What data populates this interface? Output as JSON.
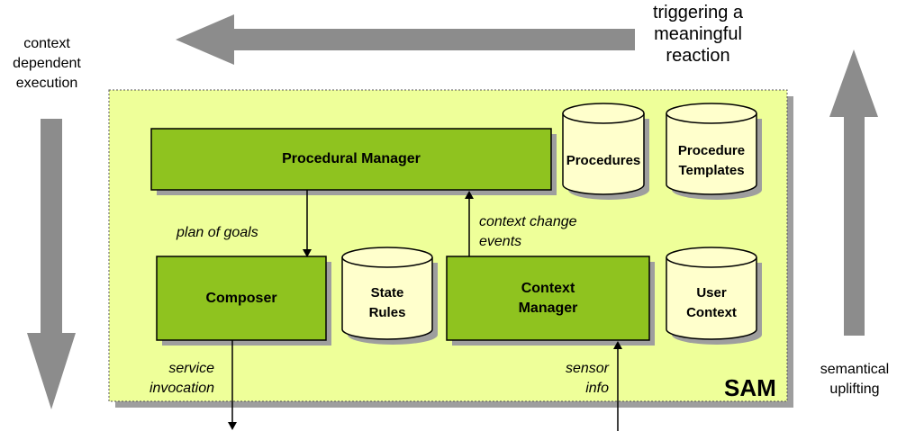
{
  "left_arrow_caption": [
    "context",
    "dependent",
    "execution"
  ],
  "top_arrow_caption": [
    "triggering a",
    "meaningful",
    "reaction"
  ],
  "right_arrow_caption": [
    "semantical",
    "uplifting"
  ],
  "container": {
    "label": "SAM"
  },
  "components": {
    "procedural_manager": "Procedural Manager",
    "composer": "Composer",
    "context_manager": [
      "Context",
      "Manager"
    ]
  },
  "stores": {
    "procedures": "Procedures",
    "procedure_templates": [
      "Procedure",
      "Templates"
    ],
    "state_rules": [
      "State",
      "Rules"
    ],
    "user_context": [
      "User",
      "Context"
    ]
  },
  "flows": {
    "plan_of_goals": "plan of goals",
    "context_change_events": [
      "context change",
      "events"
    ],
    "service_invocation": [
      "service",
      "invocation"
    ],
    "sensor_info": [
      "sensor",
      "info"
    ]
  },
  "colors": {
    "container_fill": "#eeff99",
    "box_fill": "#8fc31f",
    "cylinder_fill": "#ffffcc",
    "arrow_gray": "#8c8c8c",
    "shadow": "#9e9e9e"
  }
}
